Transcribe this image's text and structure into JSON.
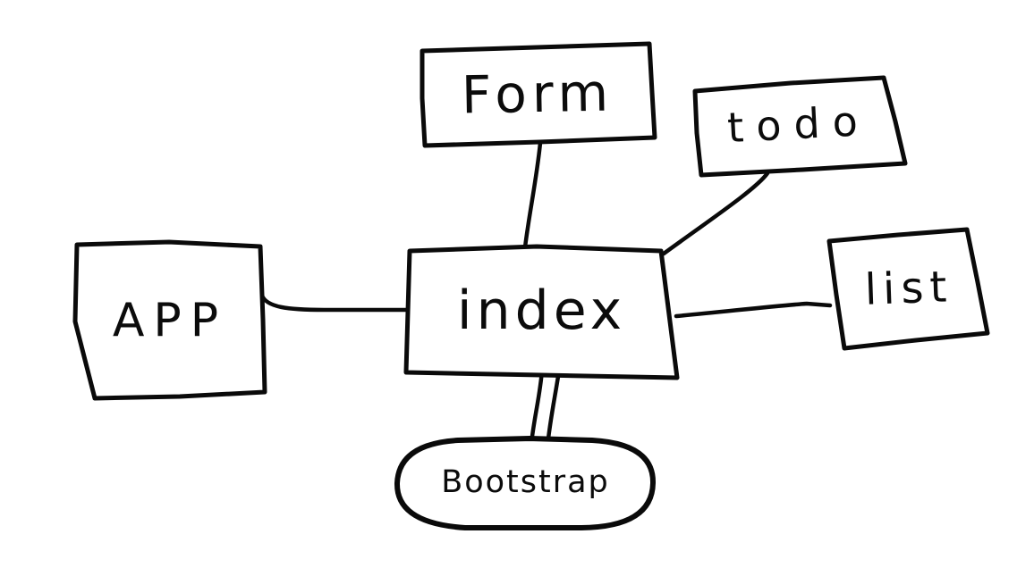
{
  "diagram": {
    "nodes": [
      {
        "id": "form",
        "label": "Form",
        "shape": "rectangle"
      },
      {
        "id": "todo",
        "label": "todo",
        "shape": "rectangle"
      },
      {
        "id": "app",
        "label": "APP",
        "shape": "rectangle"
      },
      {
        "id": "index",
        "label": "index",
        "shape": "rectangle"
      },
      {
        "id": "list",
        "label": "list",
        "shape": "rectangle"
      },
      {
        "id": "bootstrap",
        "label": "Bootstrap",
        "shape": "rounded-rectangle"
      }
    ],
    "edges": [
      {
        "from": "form",
        "to": "index",
        "style": "single"
      },
      {
        "from": "todo",
        "to": "index",
        "style": "single"
      },
      {
        "from": "app",
        "to": "index",
        "style": "single"
      },
      {
        "from": "index",
        "to": "list",
        "style": "single"
      },
      {
        "from": "index",
        "to": "bootstrap",
        "style": "double"
      }
    ],
    "colors": {
      "stroke": "#0a0a0a",
      "background": "#ffffff"
    }
  }
}
